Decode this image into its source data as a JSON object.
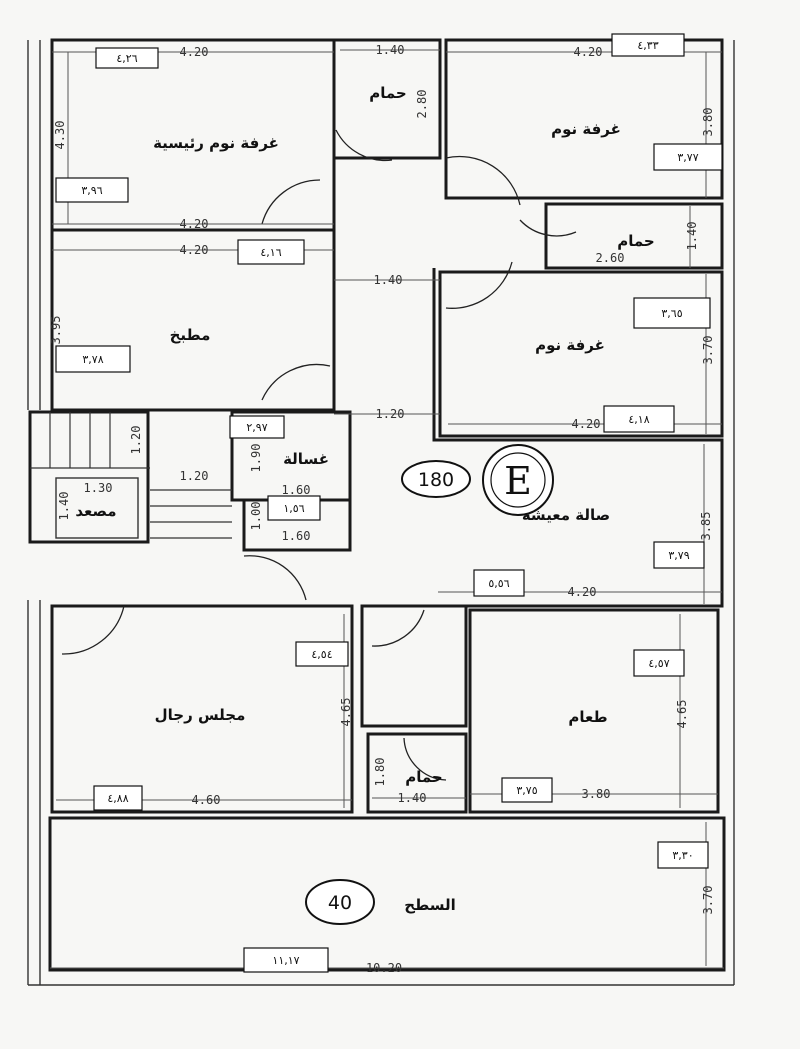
{
  "rooms": {
    "master_bedroom": "غرفة نوم رئيسية",
    "bathroom_1": "حمام",
    "bedroom_1": "غرفة نوم",
    "bathroom_2": "حمام",
    "kitchen": "مطبخ",
    "bedroom_2": "غرفة نوم",
    "laundry": "غسالة",
    "elevator": "مصعد",
    "living_hall": "صالة معيشة",
    "men_majlis": "مجلس رجال",
    "bathroom_3": "حمام",
    "dining": "طعام",
    "roof": "السطح"
  },
  "dimensions": {
    "d_4_20_a": "4.20",
    "d_1_40_a": "1.40",
    "d_4_20_b": "4.20",
    "d_4_30": "4.30",
    "d_2_80": "2.80",
    "d_3_80_a": "3.80",
    "d_4_20_c": "4.20",
    "d_4_20_d": "4.20",
    "d_1_40_b": "1.40",
    "d_1_40_c": "1.40",
    "d_2_60": "2.60",
    "d_3_95": "3.95",
    "d_3_70_a": "3.70",
    "d_1_20_a": "1.20",
    "d_4_20_e": "4.20",
    "d_1_20_b": "1.20",
    "d_1_90": "1.90",
    "d_1_20_c": "1.20",
    "d_1_60_a": "1.60",
    "d_1_30": "1.30",
    "d_1_40_d": "1.40",
    "d_1_00": "1.00",
    "d_1_60_b": "1.60",
    "d_3_85": "3.85",
    "d_4_20_f": "4.20",
    "d_4_65_a": "4.65",
    "d_4_65_b": "4.65",
    "d_1_80": "1.80",
    "d_4_60": "4.60",
    "d_1_40_e": "1.40",
    "d_3_80_b": "3.80",
    "d_3_70_b": "3.70",
    "d_10_20": "10.20"
  },
  "boxes": {
    "b1": "٤,٢٦",
    "b2": "٤,٣٣",
    "b3": "٣,٧٧",
    "b4": "٣,٩٦",
    "b5": "٤,١٦",
    "b6": "٣,٦٥",
    "b7": "٣,٧٨",
    "b8": "٤,١٨",
    "b9": "٢,٩٧",
    "b10": "١,٥٦",
    "b11": "٣,٧٩",
    "b12": "٥,٥٦",
    "b13": "٤,٥٤",
    "b14": "٤,٥٧",
    "b15": "٤,٨٨",
    "b16": "٣,٧٥",
    "b17": "٣,٣٠",
    "b18": "١١,١٧"
  },
  "badges": {
    "area_main": "180",
    "unit_letter": "E",
    "area_roof": "40"
  }
}
